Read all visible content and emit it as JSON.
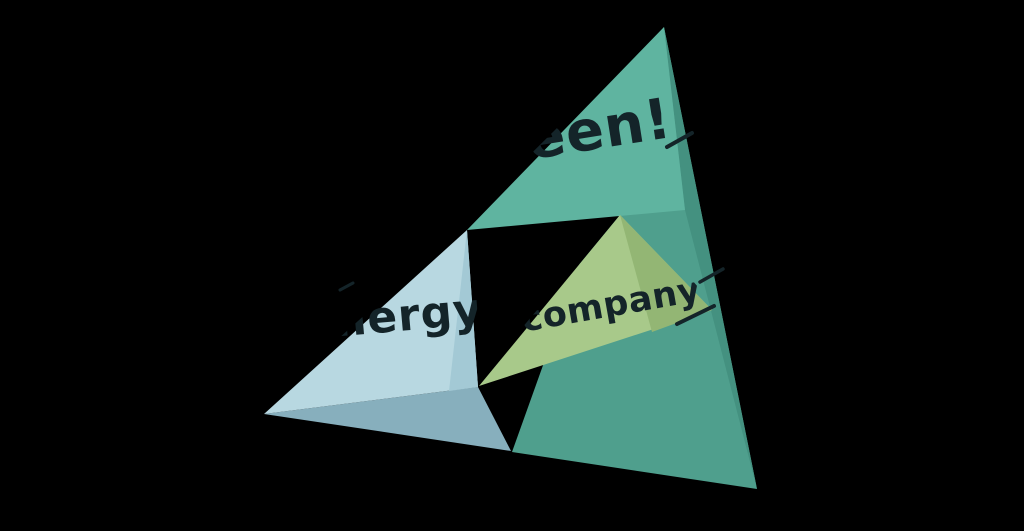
{
  "canvas": {
    "background": "#000000"
  },
  "logo": {
    "fragments": {
      "top": "een!",
      "left": "nergy",
      "right": "company"
    },
    "colors": {
      "teal_bright": "#5fb4a0",
      "teal_mid": "#4f9f8d",
      "teal_dark": "#449180",
      "blue_bright": "#b8d8e1",
      "blue_mid": "#a3c9d5",
      "blue_shadow": "#87afbd",
      "green_bright": "#a8c98a",
      "green_shade": "#93b674",
      "ink": "#142429"
    }
  }
}
